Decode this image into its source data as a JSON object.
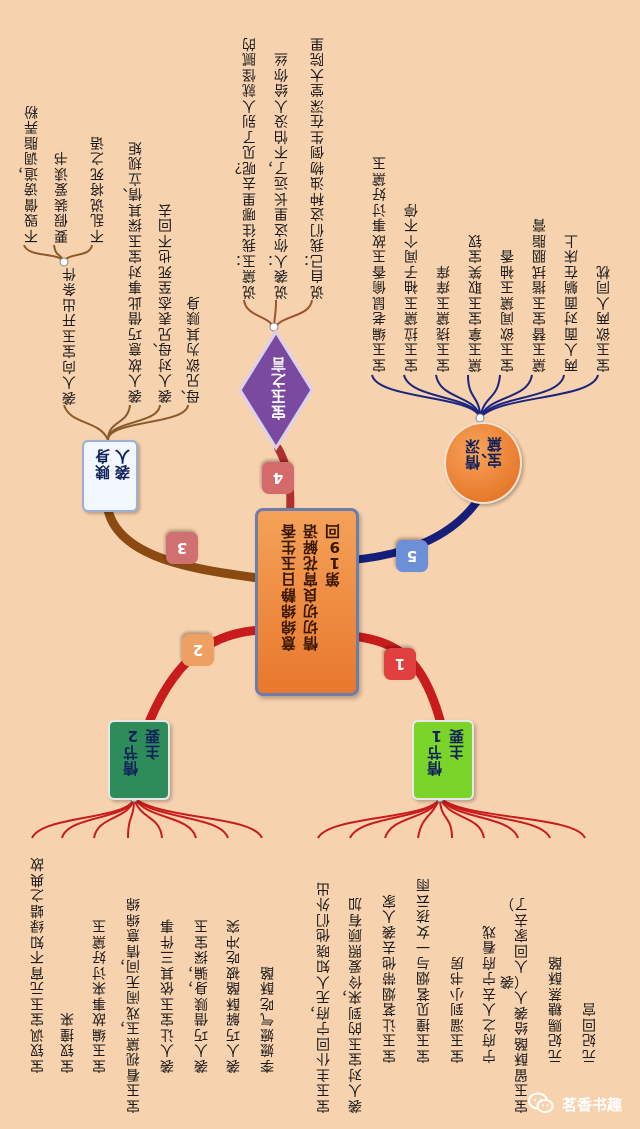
{
  "central_topic": {
    "line1": "第19回",
    "line2": "情切切良宵花解语",
    "line3": "意绵绵静日玉生香"
  },
  "branches": {
    "main_plot_1": {
      "number": "1",
      "label_a": "主要",
      "label_b": "情节1",
      "color": "#cc1f1f",
      "leaves": [
        "元妃回宫",
        "元妃赐糖蒸酥酪",
        "宝玉留酥酪给袭人（袭人回家去了）",
        "宁府之人去宁府看戏",
        "宝玉溜到小书房",
        "宝玉撞见茗烟与一女孩云雨",
        "宝玉让茗烟带他去袭人家",
        "袭人对宝玉的到来，伶爱照顾有加",
        "宝玉主仆回宁府，无人知晓他们外出"
      ]
    },
    "main_plot_2": {
      "number": "2",
      "label_a": "主要",
      "label_b": "情节2",
      "color": "#cc1f1f",
      "leaves": [
        "李嬷嬷气吃酥酪",
        "袭人巧解酥酪被吃冲突",
        "袭人巧借赎身，骗，探宝玉",
        "袭人让宝玉依其三件事",
        "宝玉看视黛玉，戏闹无间，情意绵绵",
        "宝玉编故事来讨好黛玉",
        "宝钗撞来",
        "宝钗讽宝玉元宵不知绿蜡之典故"
      ]
    },
    "xiren_ransom": {
      "number": "3",
      "label_a": "袭人",
      "label_b": "赎身",
      "color": "#8b4513",
      "leaves": [
        "母、兄欲为其赎身",
        "袭人对母、兄表态至死也不回去",
        "袭人故意巧借此事对宝玉探其情、立规矩",
        "袭人向宝玉开出条件",
        "不乱说将死之语",
        "要假装爱读书",
        "不毁僧谤道，调脂弄粉"
      ]
    },
    "baoyu_words": {
      "number": "4",
      "label": "宝玉之言",
      "color": "#c44",
      "leaves": [
        "说自己：我们这种浊物倒生在深堂大院里",
        "说袭人：你这里长远了，不怕没人给你丝",
        "说黛玉：我往哪里去呢？见了别人就怪腻的"
      ]
    },
    "bao_dai_love": {
      "number": "5",
      "label_a": "宝、黛",
      "label_b": "情深",
      "color": "#1a2580",
      "leaves": [
        "宝玉欲两人同枕",
        "两人面对面躺在床上",
        "黛玉替宝玉揩拭胭脂膏",
        "宝玉欲闻黛玉袖香",
        "黛玉拿宝玉取笑宝钗",
        "宝玉挠黛玉痒痒",
        "宝玉拉黛玉袖子闻个不停",
        "宝玉编老鼠偷香玉故事讨好黛玉"
      ]
    }
  },
  "watermark": {
    "text": "茗香书趣",
    "icon": "wechat-icon"
  }
}
